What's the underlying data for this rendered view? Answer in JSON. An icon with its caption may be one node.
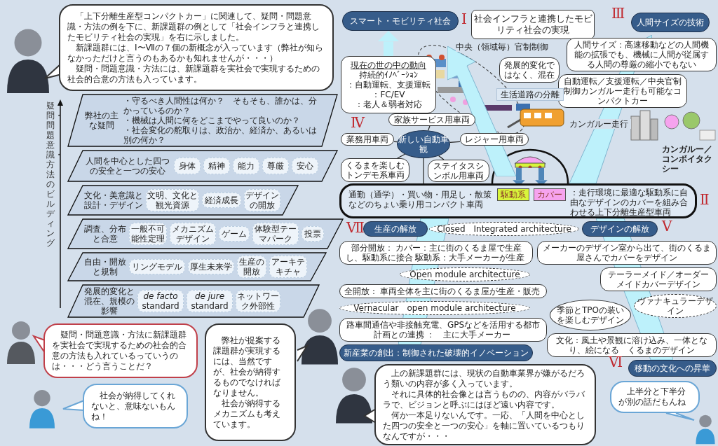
{
  "diagram": {
    "nodes": [
      {
        "text": [
          "「上下分離生産型コンパクトカー」に関連して、疑問・問題意識・方法の例を下に、新課題群の例として「社会インフラと連携したモビリティ社会の実現」を右に示しました。",
          "新課題群には、Ⅰ〜Ⅶの７個の新概念が入っています（弊社が知らなかっただけと言うのもあるかも知れませんが・・・）",
          "疑問・問題意識・方法には、新課題群を実社会で実現するための社会的合意の方法も入っています。"
        ]
      },
      {
        "text": [
          "弊社の主な疑問",
          "・守るべき人間性は何か？　そもそも、誰かは、分かっているのか？",
          "・機械は人間に何をどこまでやって良いのか？",
          "・社会変化の舵取りは、政治か、経済か、あるいは別の何か？"
        ]
      },
      {
        "text": [
          "人間を中心とした四つの安全と一つの安心"
        ]
      },
      {
        "text": [
          "身体"
        ],
        "in": 2
      },
      {
        "text": [
          "精神"
        ],
        "in": 2
      },
      {
        "text": [
          "能力"
        ],
        "in": 2
      },
      {
        "text": [
          "尊厳"
        ],
        "in": 2
      },
      {
        "text": [
          "安心"
        ],
        "in": 2
      },
      {
        "text": [
          "文化・美意識と設計・デザイン"
        ]
      },
      {
        "text": [
          "文明、文化と観光資源"
        ],
        "in": 8
      },
      {
        "text": [
          "経済成長"
        ],
        "in": 8
      },
      {
        "text": [
          "デザインの開放"
        ],
        "in": 8
      },
      {
        "text": [
          "調査、分布と合意"
        ]
      },
      {
        "text": [
          "一般不可能性定理"
        ],
        "in": 12
      },
      {
        "text": [
          "メカニズムデザイン"
        ],
        "in": 12
      },
      {
        "text": [
          "ゲーム"
        ],
        "in": 12
      },
      {
        "text": [
          "体験型テーマパーク"
        ],
        "in": 12
      },
      {
        "text": [
          "投票"
        ],
        "in": 12
      },
      {
        "text": [
          "自由・開放と規制"
        ]
      },
      {
        "text": [
          "リングモデル"
        ],
        "in": 18
      },
      {
        "text": [
          "厚生未来学"
        ],
        "in": 18
      },
      {
        "text": [
          "生産の開放"
        ],
        "in": 18
      },
      {
        "text": [
          "アーキテキチャ"
        ],
        "in": 18
      },
      {
        "text": [
          "発展的変化と混在、規模の影響"
        ]
      },
      {
        "text": [
          "*de facto* standard"
        ],
        "in": 23
      },
      {
        "text": [
          "*de jure* standard"
        ],
        "in": 23
      },
      {
        "text": [
          "ネットワーク外部性"
        ],
        "in": 23
      },
      {
        "text": [
          "疑問・問題意識・方法に新課題群を実社会で実現するための社会的合意の方法も入れているっていうのは・・・どう言うことだ？"
        ]
      },
      {
        "text": [
          "社会が納得してくれないと、意味ないもんね！"
        ]
      },
      {
        "text": [
          "弊社が提案する課題群が実現するには、当然ですが、社会が納得するものでなければなりません。",
          "社会が納得するメカニズムも考えています。"
        ]
      },
      {
        "text": [
          "上の新課題群には、現状の自動車業界が嫌がるだろう類いの内容が多く入っています。",
          "それに具体的社会像とは言うものの、内容がバラバラで、ビジョンと呼ぶにはほど遠い内容です。",
          "何か一本足りないんです。一応、「人間を中心とした四つの安全と一つの安心」を軸に置いているつもりなんですが・・・"
        ]
      },
      {
        "text": [
          "上半分と下半分が別の話だもんね"
        ]
      },
      {
        "text": [
          "スマート・モビリティ社会"
        ]
      },
      {
        "text": [
          "現在の世の中の動向",
          "持続的ｲﾉﾍﾞｰｼｮﾝ",
          "：自動運転、支援運転",
          "：FC/EV",
          "：老人＆弱者対応"
        ]
      },
      {
        "text": [
          "社会インフラと連携したモビリティ社会の実現"
        ]
      },
      {
        "text": [
          "人間サイズの技術"
        ]
      },
      {
        "text": [
          "人間サイズ：高速移動などの人間機能の拡張でも、機械に人間が従属する人間の尊厳の縮小でもない"
        ]
      },
      {
        "text": [
          "自動運転／支援運転／中央官制制御カンガルー走行も可能なコンパクトカー"
        ]
      },
      {
        "text": [
          "発展的変化ではなく、混在"
        ]
      },
      {
        "text": [
          "生活道路の分離"
        ]
      },
      {
        "text": [
          "新しい自動車観"
        ]
      },
      {
        "text": [
          "家族サービス用車両"
        ]
      },
      {
        "text": [
          "業務用車両"
        ]
      },
      {
        "text": [
          "レジャー用車両"
        ]
      },
      {
        "text": [
          "くるまを楽しむトンデモ系車両"
        ]
      },
      {
        "text": [
          "ステイタスシンボル用車両"
        ]
      },
      {
        "text": [
          "通勤（通学）・買い物・用足し・散策などのちょい乗り用コンパクト車両",
          "：走行環境に最適な駆動系に自由なデザインのカバーを組み合わせる上下分離生産型車両"
        ]
      },
      {
        "text": [
          "駆動系"
        ],
        "in": 46
      },
      {
        "text": [
          "カバー"
        ],
        "in": 46
      },
      {
        "text": [
          "Closed　Integrated architecture"
        ]
      },
      {
        "text": [
          "生産の解放"
        ]
      },
      {
        "text": [
          "デザインの解放"
        ]
      },
      {
        "text": [
          "部分開放：",
          "カバー：主に街のくるま屋で生産し、駆動系に接合",
          "駆動系：大手メーカーが生産"
        ]
      },
      {
        "text": [
          "Open module architecture"
        ]
      },
      {
        "text": [
          "全開放：",
          "車両全体を主に街のくるま屋が生産・販売"
        ]
      },
      {
        "text": [
          "Vernacular　open module architecture"
        ]
      },
      {
        "text": [
          "路車間通信や非接触充電、GPSなどを活用する都市計画との連携",
          "：　主に大手メーカー"
        ]
      },
      {
        "text": [
          "新産業の創出：制御された破壊的イノベーション"
        ]
      },
      {
        "text": [
          "メーカーのデザイン室から出て、街のくるま屋さんでカバーをデザイン"
        ]
      },
      {
        "text": [
          "テーラーメイド／オーダーメイドカバーデザイン"
        ]
      },
      {
        "text": [
          "季節とTPOの装いを楽しむデザイン"
        ]
      },
      {
        "text": [
          "ヴァナキュラーデザイン"
        ]
      },
      {
        "text": [
          "文化：風土や景観に溶け込み、一体となり、絵になる　くるまのデザイン"
        ]
      },
      {
        "text": [
          "移動の文化への昇華"
        ]
      },
      {
        "text": [],
        "shape": "picture"
      },
      {
        "text": [],
        "shape": "arrow"
      },
      {
        "text": [],
        "shape": "arrow"
      },
      {
        "text": [],
        "shape": "arrow"
      },
      {
        "text": [],
        "shape": "arrow"
      }
    ],
    "edges": [
      {
        "from": 33,
        "to": 32,
        "arrow": "to",
        "style": "thick",
        "color": "#bdf1fb"
      },
      {
        "from": 40,
        "to": 41,
        "arrow": "none"
      },
      {
        "from": 40,
        "to": 42,
        "arrow": "none"
      },
      {
        "from": 40,
        "to": 43,
        "arrow": "none"
      },
      {
        "from": 40,
        "to": 44,
        "arrow": "none"
      },
      {
        "from": 40,
        "to": 45,
        "arrow": "none"
      },
      {
        "from": 40,
        "to": 46,
        "arrow": "none"
      },
      {
        "from": 64,
        "to": 47,
        "arrow": "to",
        "style": "thick",
        "color": "#4f86b8"
      },
      {
        "from": 64,
        "to": 48,
        "arrow": "to",
        "style": "thick",
        "color": "#4f86b8"
      }
    ],
    "labels": [
      "疑問・問題意識・方法のビルディング",
      "Ⅰ",
      "Ⅲ",
      "中央（領域毎）官制制御",
      "Ⅳ",
      "カンガルー走行",
      "カンガルー／コンボイタクシー",
      "Ⅱ",
      "Ⅶ",
      "Ⅴ",
      "Ⅵ"
    ]
  }
}
